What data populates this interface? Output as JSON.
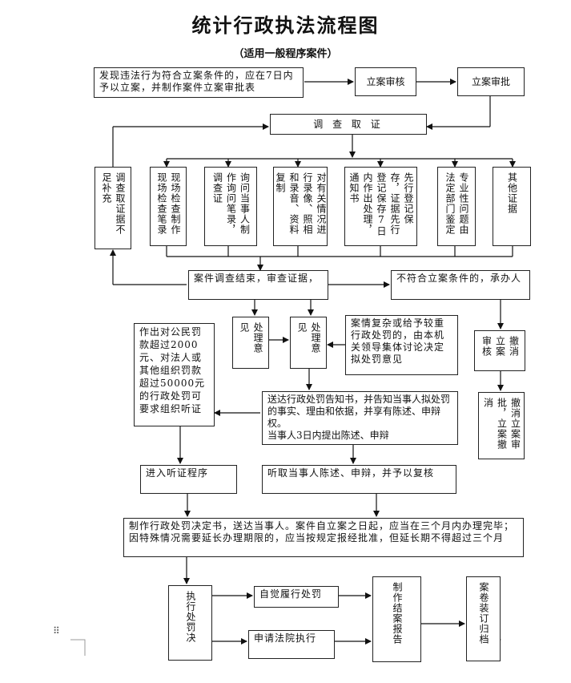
{
  "title": "统计行政执法流程图",
  "subtitle": "（适用一般程序案件）",
  "nodes": {
    "discover": "发现违法行为符合立案条件的，应在7日内予以立案，并制作案件立案审批表",
    "review": "立案审核",
    "approve": "立案审批",
    "investigate": "调 查 取 证",
    "supplement": "调查取证据不足补充",
    "site": "现场检查制作现场检查笔录",
    "inquiry": "询问当事人制作询问笔录，调查证",
    "av": "对有关情况进行录像、照相和录音、资料复制",
    "preserve": "先行登记保存，证据先行登记保存7日内作出处理，通知书",
    "expert": "专业性问题由法定部门鉴定",
    "other": "其他证据",
    "conclude": "案件调查结束，审查证据，",
    "notqualify": "不符合立案条件的，承办人",
    "opinion1": "处理意见",
    "opinion2": "处理意见",
    "complex": "案情复杂或给予较重行政处罚的，由本机关领导集体讨论决定拟处罚意见",
    "hearing_right": "作出对公民罚款超过2000元、对法人或其他组织罚款超过50000元的行政处罚可要求组织听证",
    "revoke_review": "撤消立案审核",
    "notice_a": "送达行政处罚告知书，并告知当事人拟处罚的事实、理由和依据，并享有陈述、申辩权。",
    "notice_b": "当事人3日内提出陈述、申辩",
    "revoke_approve": "撤消立案审批，立案撤消",
    "hearing": "进入听证程序",
    "listen": "听取当事人陈述、申辩，并予以复核",
    "decision": "制作行政处罚决定书，送达当事人。案件自立案之日起，应当在三个月内办理完毕；因特殊情况需要延长办理期限的，应当按规定报经批准，但延长期不得超过三个月",
    "execute": "执行处罚决",
    "voluntary": "自觉履行处罚",
    "court": "申请法院执行",
    "closing": "制作结案报告",
    "archive": "案卷装订归档"
  }
}
